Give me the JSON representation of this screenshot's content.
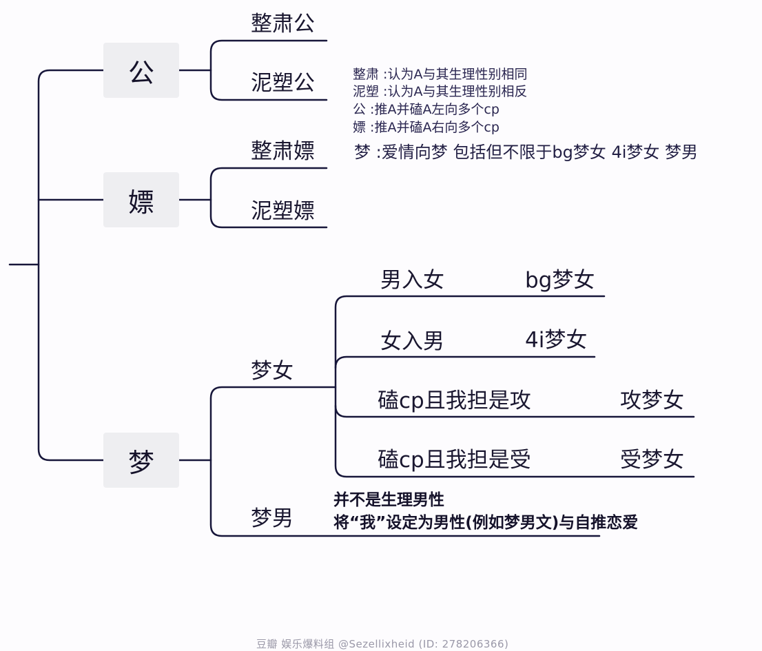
{
  "colors": {
    "line": "#17163a",
    "node_bg": "#eeeef1"
  },
  "root": {
    "gong": {
      "label": "公",
      "children": [
        "整肃公",
        "泥塑公"
      ]
    },
    "piao": {
      "label": "嫖",
      "children": [
        "整肃嫖",
        "泥塑嫖"
      ]
    },
    "meng": {
      "label": "梦",
      "mengnv": {
        "label": "梦女",
        "rows": [
          {
            "left": "男入女",
            "right": "bg梦女"
          },
          {
            "left": "女入男",
            "right": "4i梦女"
          },
          {
            "left": "磕cp且我担是攻",
            "right": "攻梦女"
          },
          {
            "left": "磕cp且我担是受",
            "right": "受梦女"
          }
        ]
      },
      "mengnan": {
        "label": "梦男",
        "desc": [
          "并不是生理男性",
          "将“我”设定为男性(例如梦男文)与自推恋爱"
        ]
      }
    }
  },
  "notes": [
    "整肃 :认为A与其生理性别相同",
    "泥塑 :认为A与其生理性别相反",
    "公 :推A并磕A左向多个cp",
    "嫖 :推A并磕A右向多个cp"
  ],
  "meng_note": "梦 :爱情向梦    包括但不限于bg梦女 4i梦女 梦男",
  "footer": "豆瓣  娱乐爆料组 @Sezellixheid (ID: 278206366)"
}
